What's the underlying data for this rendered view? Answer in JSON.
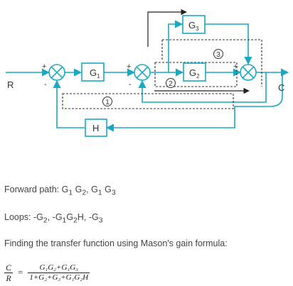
{
  "diagram": {
    "blocks": {
      "g1": "G",
      "g1_sub": "1",
      "g2": "G",
      "g2_sub": "2",
      "g3": "G",
      "g3_sub": "3",
      "h": "H"
    },
    "signals": {
      "input": "R",
      "output": "C"
    },
    "signs": {
      "s1_plus": "+",
      "s1_minus": "-",
      "s2_plus": "+",
      "s2_minus": "-",
      "s3_plus": "+"
    },
    "loop_labels": {
      "loop1": "1",
      "loop2": "2",
      "loop3": "3"
    },
    "colors": {
      "block": "#19a9c4",
      "path": "#222222",
      "dashed": "#333333"
    }
  },
  "text": {
    "forward_prefix": "Forward path: ",
    "forward_1": "G",
    "forward_1_sub": "1",
    "forward_2": " G",
    "forward_2_sub": "2",
    "forward_sep": ", ",
    "forward_3": "G",
    "forward_3_sub": "1",
    "forward_4": " G",
    "forward_4_sub": "3",
    "loops_prefix": "Loops: ",
    "loop_a": "-G",
    "loop_a_sub": "2",
    "loop_sep1": ", ",
    "loop_b1": "-G",
    "loop_b1_sub": "1",
    "loop_b2": "G",
    "loop_b2_sub": "2",
    "loop_b3": "H",
    "loop_sep2": ", ",
    "loop_c": "-G",
    "loop_c_sub": "3",
    "finding": "Finding the transfer function using Mason's gain formula:"
  },
  "formula": {
    "lhs_num": "C",
    "lhs_den": "R",
    "equals": "=",
    "rhs_num": "G₁G₂+G₁G₃",
    "rhs_den": "1+G₂+G₃+G₁G₂H"
  }
}
